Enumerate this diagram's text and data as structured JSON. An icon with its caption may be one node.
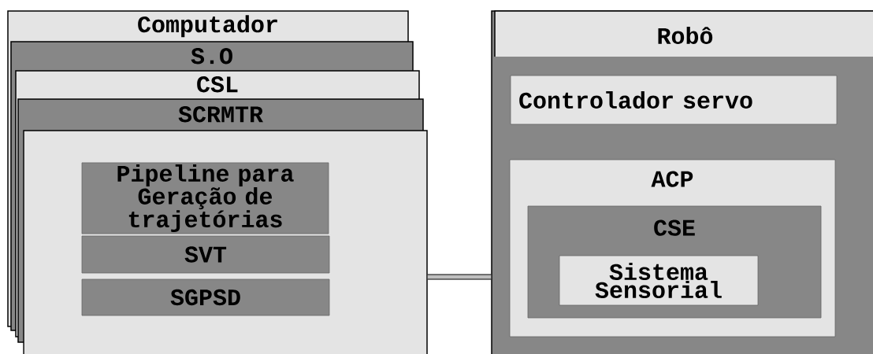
{
  "diagram": {
    "nodes": [
      {
        "text": [
          "Computador"
        ]
      },
      {
        "text": [
          "S.O"
        ]
      },
      {
        "text": [
          "CSL"
        ]
      },
      {
        "text": [
          "SCRMTR"
        ]
      },
      {
        "text": [],
        "shape": "box"
      },
      {
        "text": [
          "Pipeline para Geração de trajetórias"
        ],
        "in": 4
      },
      {
        "text": [
          "SVT"
        ],
        "in": 4
      },
      {
        "text": [
          "SGPSD"
        ],
        "in": 4
      },
      {
        "text": [
          "Robô"
        ]
      },
      {
        "text": [
          "Controlador servo"
        ],
        "in": 8
      },
      {
        "text": [
          "ACP"
        ],
        "in": 8
      },
      {
        "text": [
          "CSE"
        ],
        "in": 10
      },
      {
        "text": [
          "Sistema Sensorial"
        ],
        "in": 11
      }
    ],
    "edges": [
      {
        "from": 4,
        "to": 8,
        "arrow": "none"
      }
    ]
  }
}
